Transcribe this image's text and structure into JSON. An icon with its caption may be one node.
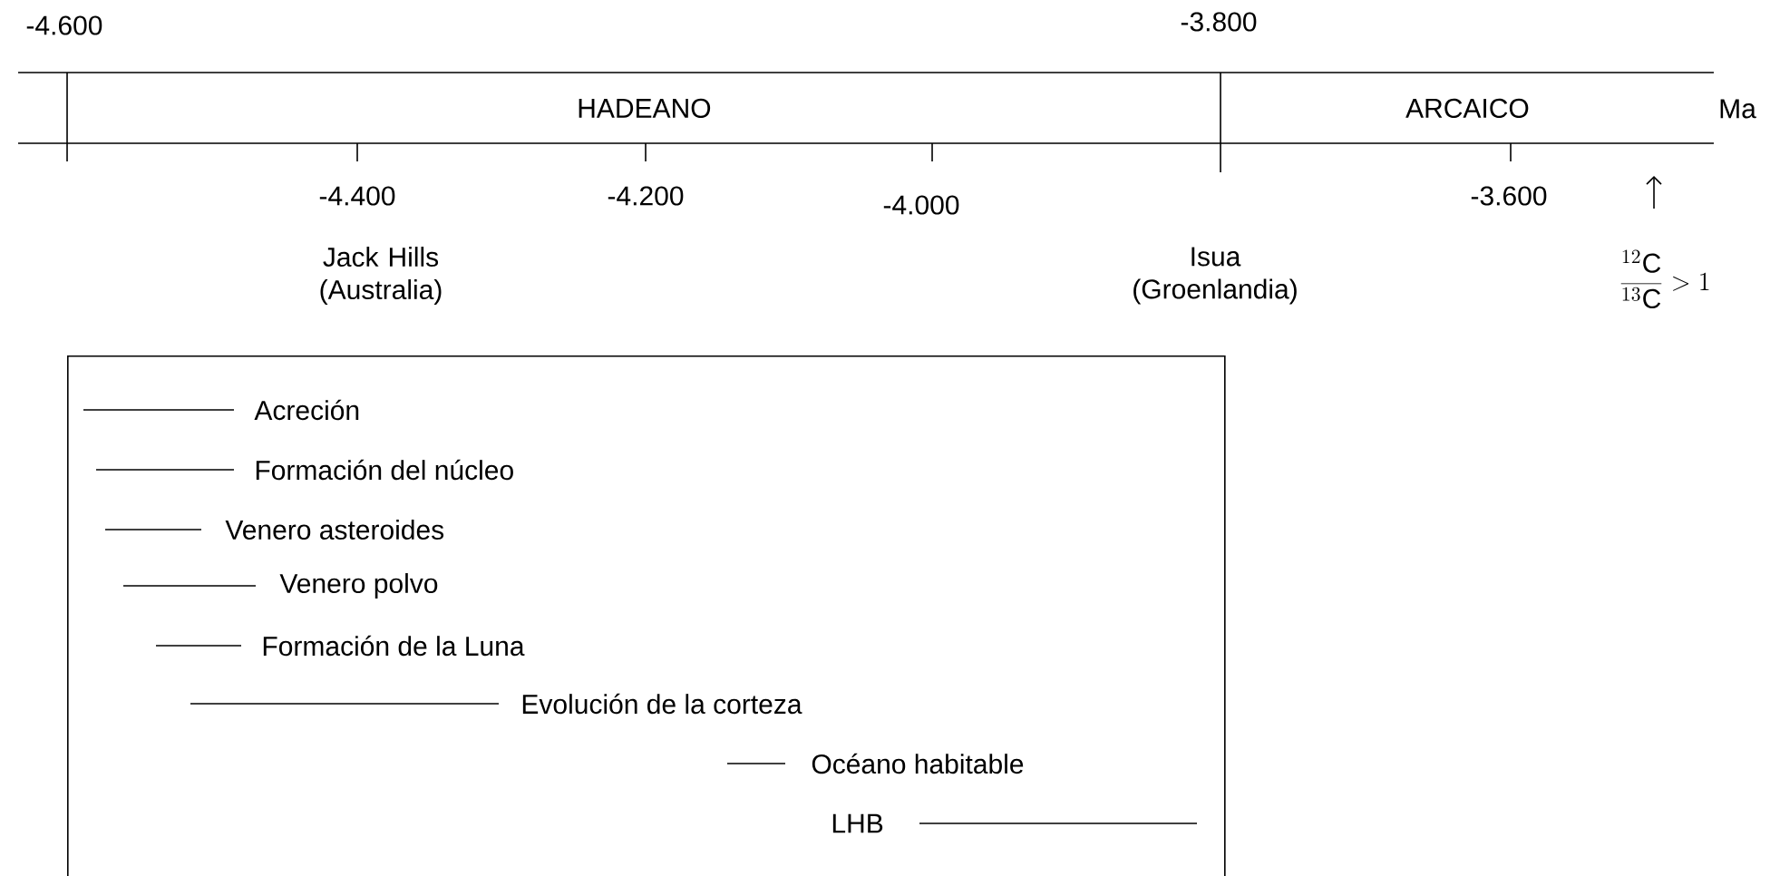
{
  "diagram": {
    "nodes": [
      {
        "text": [
          "HADEANO"
        ]
      },
      {
        "text": [
          "ARCAICO"
        ]
      },
      {
        "text": [],
        "shape": "box"
      }
    ],
    "edges": [],
    "labels": [
      "-4.600",
      "-3.800",
      "Ma",
      "-4.400",
      "-4.200",
      "-4.000",
      "-3.600",
      "Jack Hills (Australia)",
      "Isua (Groenlandia)",
      "\\frac{^{12}\\mathrm{C}}{^{13}\\mathrm{C}} > 1",
      "Acreción",
      "Formación del núcleo",
      "Venero asteroides",
      "Venero polvo",
      "Formación de la Luna",
      "Evolución de la corteza",
      "Océano habitable",
      "LHB"
    ]
  }
}
